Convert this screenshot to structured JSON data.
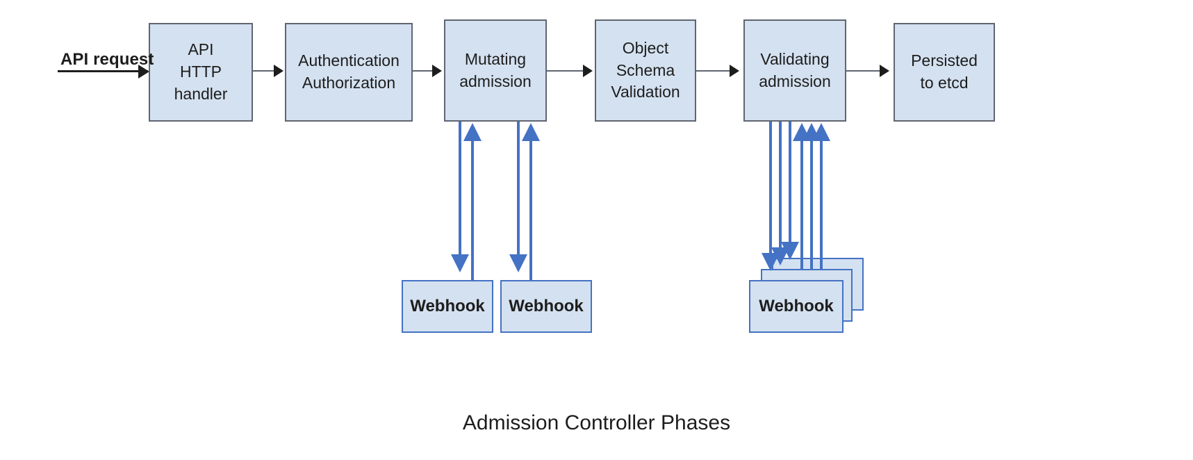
{
  "diagram": {
    "caption": "Admission Controller Phases",
    "entry": {
      "label": "API request"
    },
    "colors": {
      "box_fill": "#d4e1f0",
      "phase_border": "#5f6571",
      "webhook_border": "#4472c4",
      "arrow_blue": "#4472c4",
      "connector_grey": "#5f6571",
      "text": "#1d1d1d",
      "background": "#ffffff"
    },
    "phases": [
      {
        "id": "api-http-handler",
        "label": "API\nHTTP\nhandler"
      },
      {
        "id": "authentication-authorization",
        "label": "Authentication\nAuthorization"
      },
      {
        "id": "mutating-admission",
        "label": "Mutating\nadmission"
      },
      {
        "id": "object-schema-validation",
        "label": "Object\nSchema\nValidation"
      },
      {
        "id": "validating-admission",
        "label": "Validating\nadmission"
      },
      {
        "id": "persisted-to-etcd",
        "label": "Persisted\nto etcd"
      }
    ],
    "webhooks": {
      "mutating": [
        {
          "id": "mutating-webhook-1",
          "label": "Webhook"
        },
        {
          "id": "mutating-webhook-2",
          "label": "Webhook"
        }
      ],
      "validating": [
        {
          "id": "validating-webhook-stack-back-2",
          "label": ""
        },
        {
          "id": "validating-webhook-stack-back-1",
          "label": ""
        },
        {
          "id": "validating-webhook-front",
          "label": "Webhook"
        }
      ]
    }
  }
}
